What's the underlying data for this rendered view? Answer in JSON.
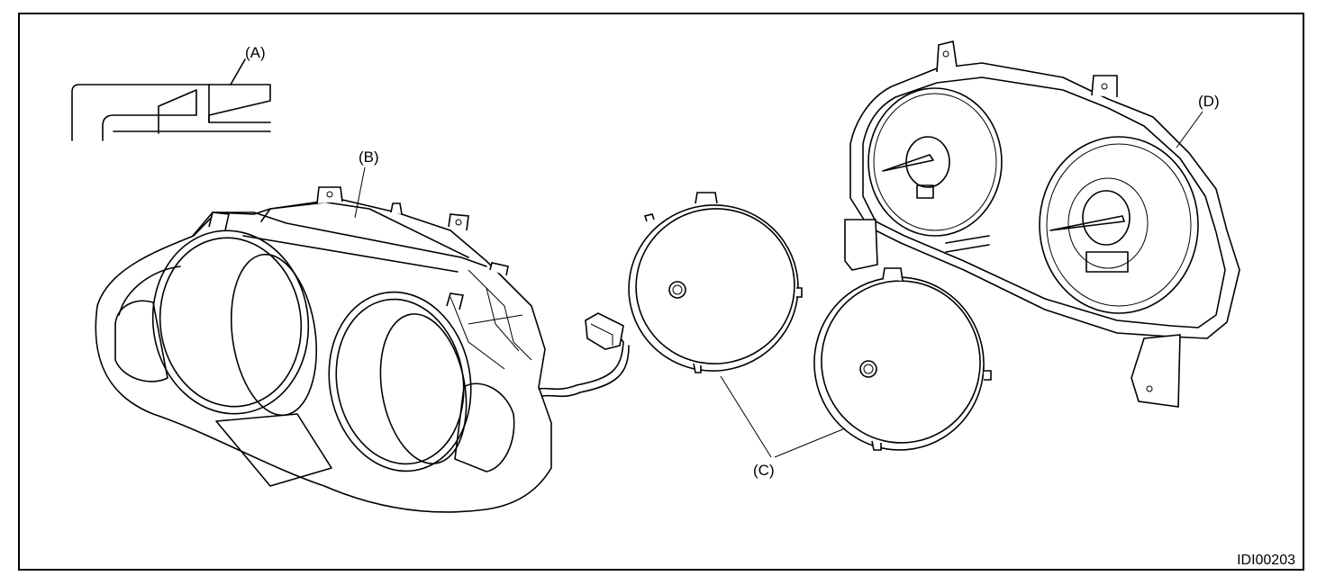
{
  "labels": {
    "a": "(A)",
    "b": "(B)",
    "c": "(C)",
    "d": "(D)"
  },
  "figure_id": "IDI00203"
}
